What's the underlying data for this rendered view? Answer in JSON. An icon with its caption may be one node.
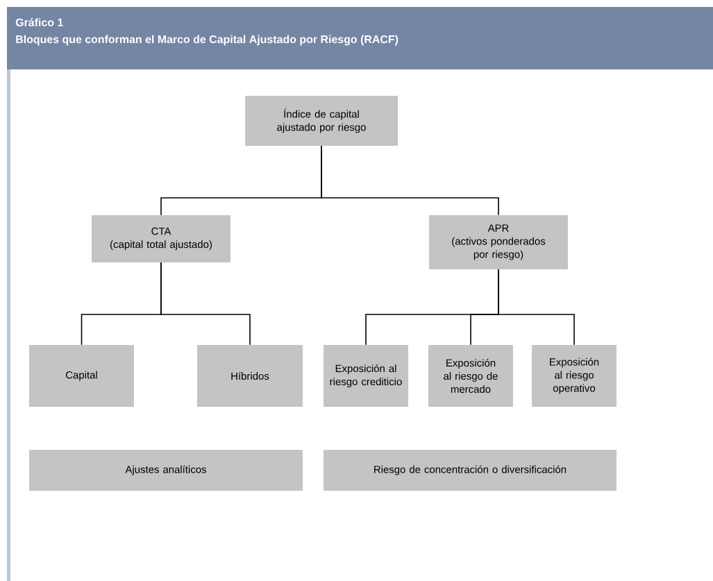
{
  "diagram": {
    "title": "Bloques que conforman el Marco de Capital Ajustado por Riesgo (RACF)",
    "nodes": [
      {
        "text": [
          "Índice de capital ajustado por riesgo"
        ]
      },
      {
        "text": [
          "CTA",
          "(capital total ajustado)"
        ]
      },
      {
        "text": [
          "APR",
          "(activos ponderados por riesgo)"
        ]
      },
      {
        "text": [
          "Capital"
        ]
      },
      {
        "text": [
          "Híbridos"
        ]
      },
      {
        "text": [
          "Exposición al riesgo crediticio"
        ]
      },
      {
        "text": [
          "Exposición al riesgo de mercado"
        ]
      },
      {
        "text": [
          "Exposición al riesgo operativo"
        ]
      },
      {
        "text": [
          "Ajustes analíticos"
        ]
      },
      {
        "text": [
          "Riesgo de concentración o diversificación"
        ]
      }
    ],
    "edges": [
      {
        "from": 0,
        "to": 1,
        "arrow": "none"
      },
      {
        "from": 0,
        "to": 2,
        "arrow": "none"
      },
      {
        "from": 1,
        "to": 3,
        "arrow": "none"
      },
      {
        "from": 1,
        "to": 4,
        "arrow": "none"
      },
      {
        "from": 2,
        "to": 5,
        "arrow": "none"
      },
      {
        "from": 2,
        "to": 6,
        "arrow": "none"
      },
      {
        "from": 2,
        "to": 7,
        "arrow": "none"
      }
    ],
    "labels": [
      "Gráfico 1"
    ]
  }
}
